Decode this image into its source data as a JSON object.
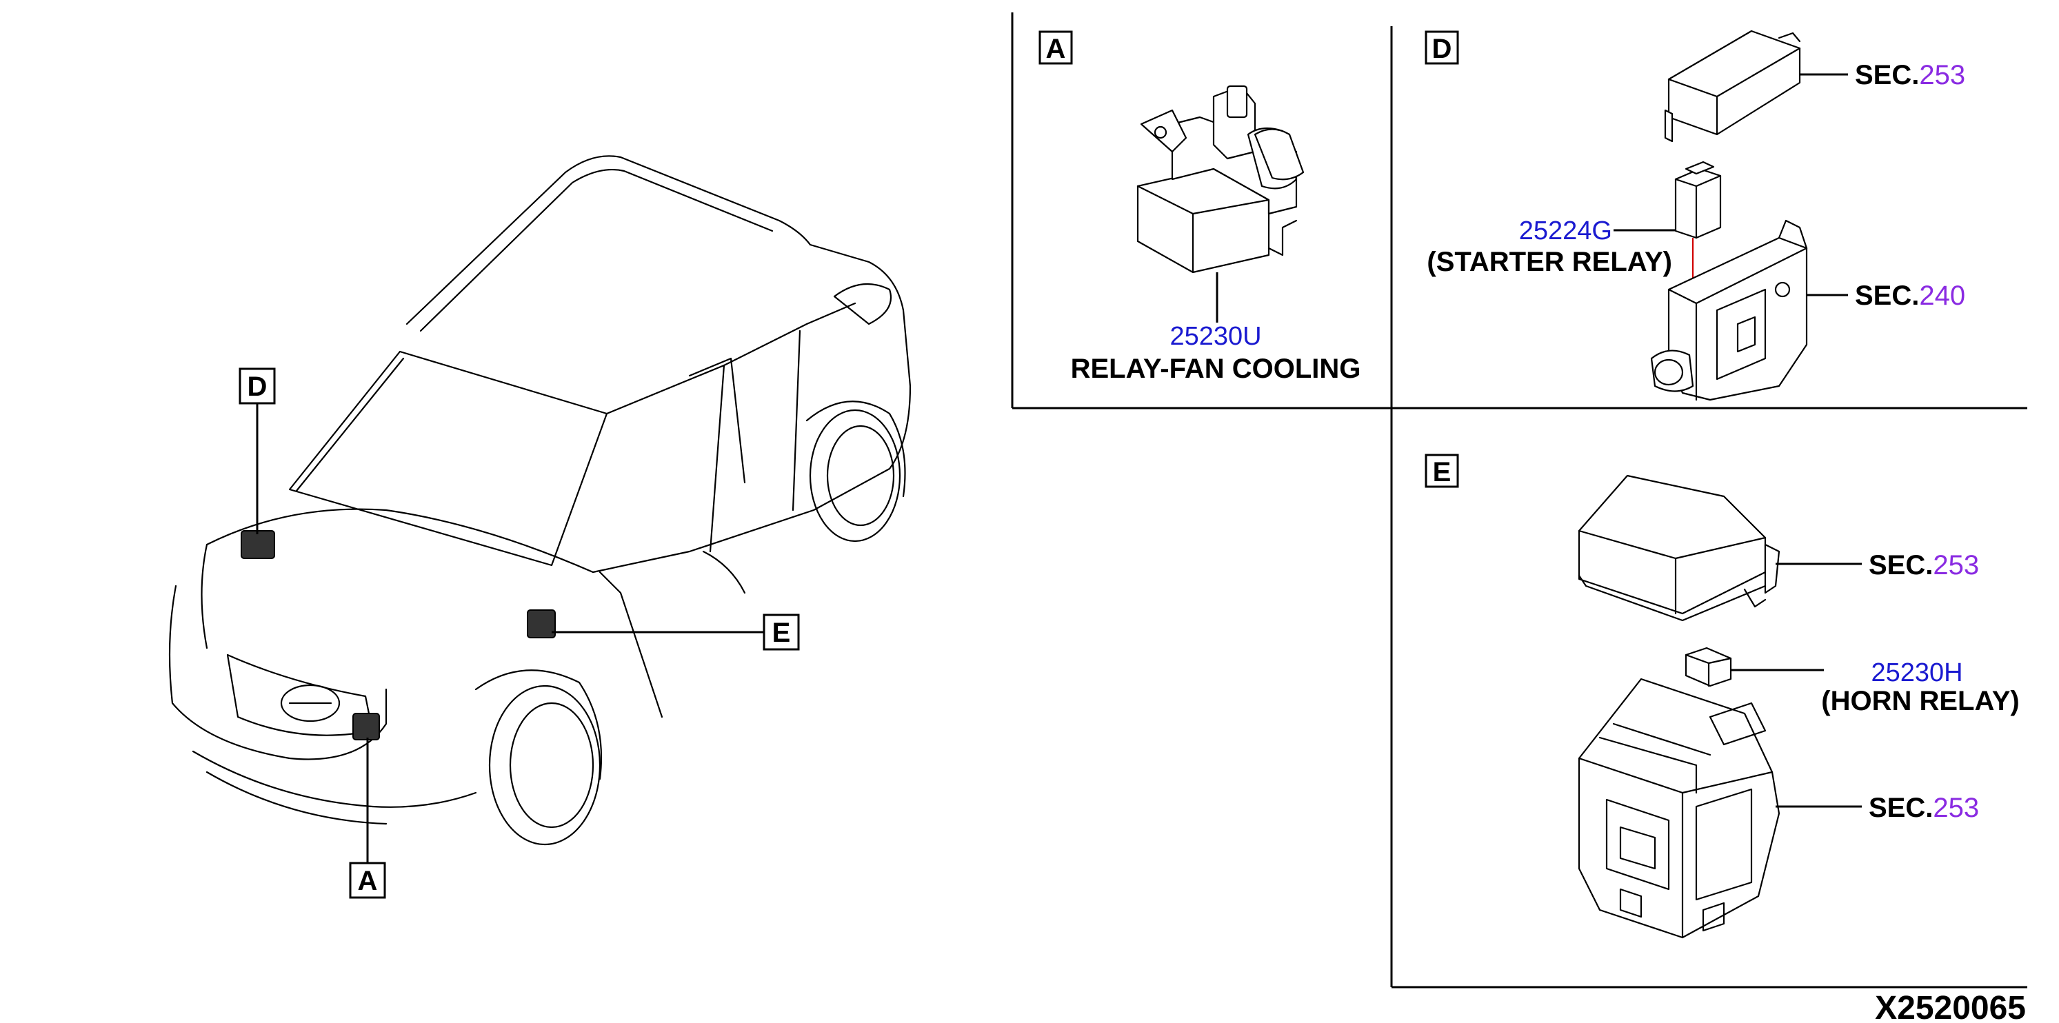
{
  "drawing_code": "X2520065",
  "callouts": {
    "vehicle": [
      "D",
      "E",
      "A"
    ]
  },
  "panel_a": {
    "letter": "A",
    "part_number": "25230U",
    "description": "RELAY-FAN COOLING"
  },
  "panel_d": {
    "letter": "D",
    "part_number": "25224G",
    "description": "(STARTER RELAY)",
    "sec_prefix": "SEC.",
    "sec_top": "253",
    "sec_bottom": "240"
  },
  "panel_e": {
    "letter": "E",
    "part_number": "25230H",
    "description": "(HORN RELAY)",
    "sec_prefix": "SEC.",
    "sec_top": "253",
    "sec_bottom": "253"
  },
  "colors": {
    "part_number": "#1a1ad0",
    "section_number": "#8a2be2",
    "leader_red": "#d00000"
  }
}
